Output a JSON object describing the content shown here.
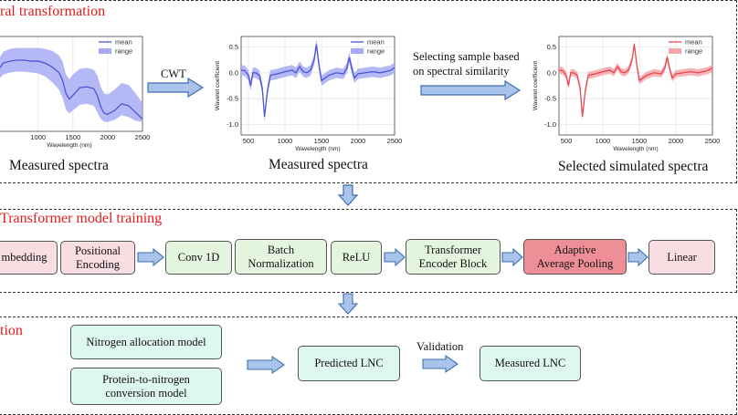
{
  "sections": {
    "top_title": "ral transformation",
    "middle_title": "Transformer model training",
    "bottom_title": "tion"
  },
  "top": {
    "caption_measured_1": "Measured spectra",
    "caption_measured_2": "Measured spectra",
    "caption_selected": "Selected simulated spectra",
    "cwt_label": "CWT",
    "selecting_line1": "Selecting sample based",
    "selecting_line2": "on spectral similarity"
  },
  "training": {
    "embedding": "mbedding",
    "positional_line1": "Positional",
    "positional_line2": "Encoding",
    "conv1d": "Conv 1D",
    "batch_line1": "Batch",
    "batch_line2": "Normalization",
    "relu": "ReLU",
    "transformer_line1": "Transformer",
    "transformer_line2": "Encoder Block",
    "pool_line1": "Adaptive",
    "pool_line2": "Average Pooling",
    "linear": "Linear"
  },
  "validation": {
    "nitrogen_model": "Nitrogen allocation model",
    "protein_line1": "Protein-to-nitrogen",
    "protein_line2": "conversion model",
    "predicted": "Predicted LNC",
    "validation_label": "Validation",
    "measured": "Measured LNC"
  },
  "colors": {
    "section_title": "#e01b1b",
    "arrow_fill": "#a9c3ea",
    "arrow_stroke": "#3f6fb0",
    "blue_series": "#4c55d6",
    "blue_range": "#a7acf2",
    "red_series": "#e8464f",
    "red_range": "#f4a6ab",
    "box_pink": "#f8dde3",
    "box_green": "#e4f5df",
    "box_red": "#ee8e96",
    "box_cyan": "#def7f0"
  },
  "chart_data": [
    {
      "type": "area",
      "xlabel": "Wavelength (nm)",
      "ylabel": "",
      "xticks": [
        1000,
        1500,
        2000,
        2500
      ],
      "xlim": [
        400,
        2500
      ],
      "legend": [
        "mean",
        "range"
      ],
      "legend_position": "top-right",
      "series": [
        {
          "name": "mean",
          "x": [
            400,
            500,
            600,
            700,
            800,
            900,
            1000,
            1100,
            1200,
            1300,
            1350,
            1400,
            1450,
            1500,
            1600,
            1700,
            1800,
            1850,
            1900,
            1950,
            2000,
            2100,
            2200,
            2300,
            2400,
            2500
          ],
          "values": [
            0.52,
            0.62,
            0.64,
            0.65,
            0.65,
            0.64,
            0.64,
            0.62,
            0.58,
            0.52,
            0.44,
            0.3,
            0.24,
            0.28,
            0.36,
            0.37,
            0.35,
            0.28,
            0.16,
            0.09,
            0.08,
            0.12,
            0.19,
            0.17,
            0.1,
            0.03
          ]
        },
        {
          "name": "range_upper",
          "x": [
            400,
            500,
            600,
            700,
            800,
            900,
            1000,
            1100,
            1200,
            1300,
            1350,
            1400,
            1450,
            1500,
            1600,
            1700,
            1800,
            1850,
            1900,
            1950,
            2000,
            2100,
            2200,
            2300,
            2400,
            2500
          ],
          "values": [
            0.62,
            0.74,
            0.77,
            0.78,
            0.78,
            0.78,
            0.78,
            0.77,
            0.75,
            0.7,
            0.64,
            0.5,
            0.45,
            0.5,
            0.56,
            0.57,
            0.55,
            0.49,
            0.37,
            0.3,
            0.29,
            0.34,
            0.41,
            0.39,
            0.3,
            0.2
          ]
        },
        {
          "name": "range_lower",
          "x": [
            400,
            500,
            600,
            700,
            800,
            900,
            1000,
            1100,
            1200,
            1300,
            1350,
            1400,
            1450,
            1500,
            1600,
            1700,
            1800,
            1850,
            1900,
            1950,
            2000,
            2100,
            2200,
            2300,
            2400,
            2500
          ],
          "values": [
            0.42,
            0.5,
            0.52,
            0.53,
            0.53,
            0.52,
            0.51,
            0.48,
            0.42,
            0.34,
            0.26,
            0.13,
            0.09,
            0.12,
            0.18,
            0.19,
            0.17,
            0.1,
            0.03,
            0.0,
            0.0,
            0.02,
            0.07,
            0.05,
            0.01,
            0.0
          ]
        }
      ]
    },
    {
      "type": "area",
      "xlabel": "Wavelength (nm)",
      "ylabel": "Wavelet coefficient",
      "xticks": [
        500,
        1000,
        1500,
        2000,
        2500
      ],
      "yticks": [
        -1.0,
        -0.5,
        0.0,
        0.5
      ],
      "xlim": [
        400,
        2500
      ],
      "ylim": [
        -1.2,
        0.7
      ],
      "legend": [
        "mean",
        "range"
      ],
      "legend_position": "top-right",
      "series": [
        {
          "name": "mean",
          "x": [
            400,
            450,
            500,
            530,
            560,
            600,
            650,
            690,
            720,
            760,
            800,
            900,
            1000,
            1100,
            1150,
            1200,
            1250,
            1300,
            1350,
            1400,
            1430,
            1470,
            1500,
            1600,
            1700,
            1800,
            1850,
            1880,
            1920,
            1950,
            2000,
            2100,
            2200,
            2300,
            2400,
            2450,
            2500
          ],
          "values": [
            0.05,
            0.04,
            -0.05,
            -0.25,
            0.0,
            0.0,
            -0.05,
            -0.3,
            -0.85,
            -0.35,
            -0.05,
            -0.02,
            0.02,
            0.05,
            0.0,
            0.12,
            0.02,
            0.0,
            0.05,
            0.25,
            0.55,
            0.1,
            -0.15,
            -0.05,
            0.0,
            -0.02,
            0.1,
            0.3,
            0.05,
            -0.1,
            -0.02,
            0.0,
            0.02,
            0.0,
            0.03,
            0.05,
            0.1
          ]
        },
        {
          "name": "range_width",
          "values": [
            0.1
          ]
        }
      ]
    },
    {
      "type": "area",
      "xlabel": "Wavelength (nm)",
      "ylabel": "Wavelet coefficient",
      "xticks": [
        500,
        1000,
        1500,
        2000,
        2500
      ],
      "yticks": [
        -1.0,
        -0.5,
        0.0,
        0.5
      ],
      "xlim": [
        400,
        2500
      ],
      "ylim": [
        -1.2,
        0.7
      ],
      "legend": [
        "mean",
        "range"
      ],
      "legend_position": "top-right",
      "series": [
        {
          "name": "mean",
          "x": [
            400,
            450,
            500,
            530,
            560,
            600,
            650,
            690,
            720,
            760,
            800,
            900,
            1000,
            1100,
            1150,
            1200,
            1250,
            1300,
            1350,
            1400,
            1430,
            1470,
            1500,
            1600,
            1700,
            1800,
            1850,
            1880,
            1920,
            1950,
            2000,
            2100,
            2200,
            2300,
            2400,
            2450,
            2500
          ],
          "values": [
            0.05,
            0.04,
            -0.05,
            -0.25,
            0.0,
            0.0,
            -0.05,
            -0.3,
            -0.85,
            -0.35,
            -0.05,
            -0.02,
            0.02,
            0.05,
            0.0,
            0.12,
            0.02,
            0.0,
            0.05,
            0.25,
            0.55,
            0.1,
            -0.15,
            -0.05,
            0.0,
            -0.02,
            0.1,
            0.3,
            0.05,
            -0.1,
            -0.02,
            0.0,
            0.02,
            0.0,
            0.03,
            0.05,
            0.1
          ]
        },
        {
          "name": "range_width",
          "values": [
            0.07
          ]
        }
      ]
    }
  ]
}
